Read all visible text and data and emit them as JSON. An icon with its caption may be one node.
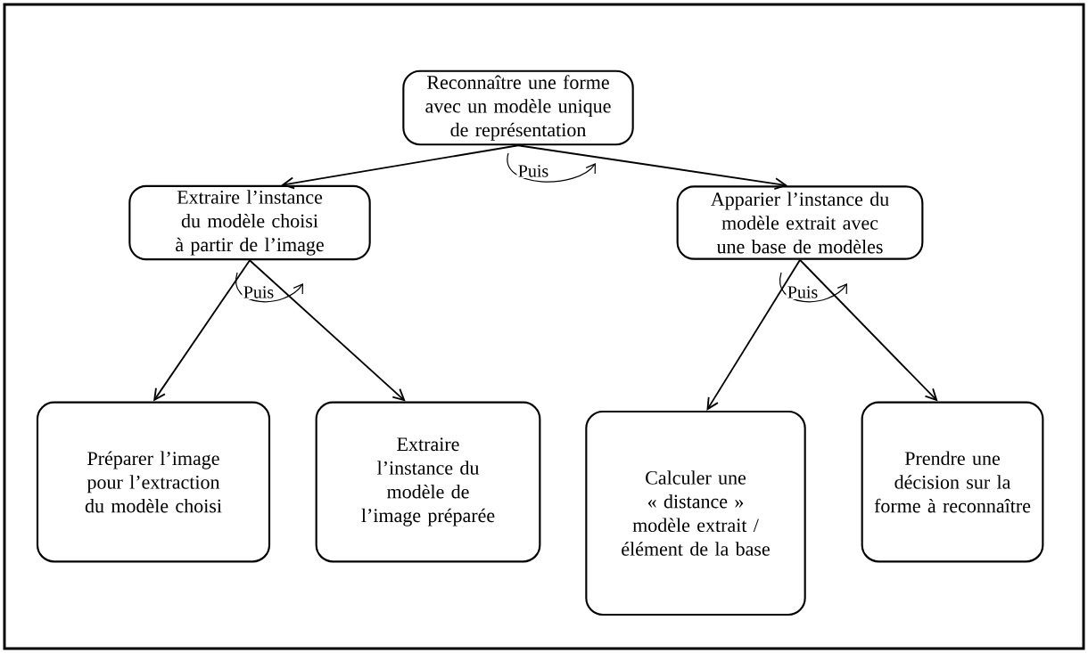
{
  "diagram": {
    "nodes": [
      {
        "text": [
          "Reconnaître une forme avec un modèle unique de représentation"
        ]
      },
      {
        "text": [
          "Extraire l’instance du modèle choisi à partir de l’image"
        ]
      },
      {
        "text": [
          "Apparier l’instance du modèle extrait avec une base de modèles"
        ]
      },
      {
        "text": [
          "Préparer l’image pour l’extraction du modèle choisi"
        ]
      },
      {
        "text": [
          "Extraire l’instance du modèle de l’image préparée"
        ]
      },
      {
        "text": [
          "Calculer une « distance » modèle extrait / élément de la base"
        ]
      },
      {
        "text": [
          "Prendre une décision sur la forme à reconnaître"
        ]
      }
    ],
    "edges": [
      {
        "from": 0,
        "to": 1,
        "arrow": "to"
      },
      {
        "from": 0,
        "to": 2,
        "arrow": "to"
      },
      {
        "from": 1,
        "to": 3,
        "arrow": "to"
      },
      {
        "from": 1,
        "to": 4,
        "arrow": "to"
      },
      {
        "from": 2,
        "to": 5,
        "arrow": "to"
      },
      {
        "from": 2,
        "to": 6,
        "arrow": "to"
      }
    ],
    "labels": [
      "Puis",
      "Puis",
      "Puis"
    ]
  }
}
